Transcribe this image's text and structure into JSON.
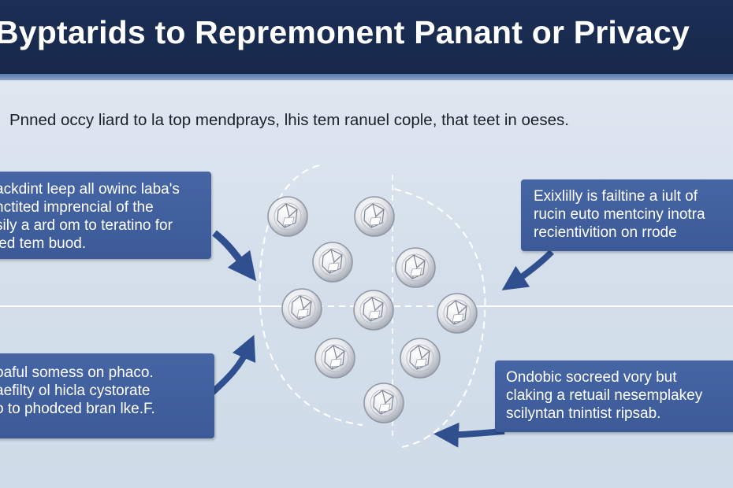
{
  "header": {
    "title": "Byptarids to Repremonent Panant or Privacy"
  },
  "subtitle": "Pnned occy liard to la top mendprays, lhis tem ranuel cople, that teet in oeses.",
  "callouts": {
    "top_left": [
      "ackdint leep all owinc laba's",
      "nctited imprencial of the",
      "sily a ard om to teratino for",
      "led tem buod."
    ],
    "top_right": [
      "Exixlilly is failtine a iult of",
      "rucin euto mentciny inotra",
      "recientivition on rrode"
    ],
    "bottom_left": [
      "oaful somess on phaco.",
      "aefilty ol hicla cystorate",
      "o to phodced bran lke.F."
    ],
    "bottom_right": [
      "Ondobic socreed vory but",
      "claking a retuail nesemplakey",
      "scilyntan tnintist ripsab."
    ]
  },
  "colors": {
    "header_bg": "#1c2e55",
    "callout_bg": "#4262a1",
    "arrow": "#2f4f8f",
    "background": "#dbe4ee"
  },
  "icons": {
    "node": "faceted-crystal-node-icon",
    "arrow": "curved-arrow-icon"
  }
}
